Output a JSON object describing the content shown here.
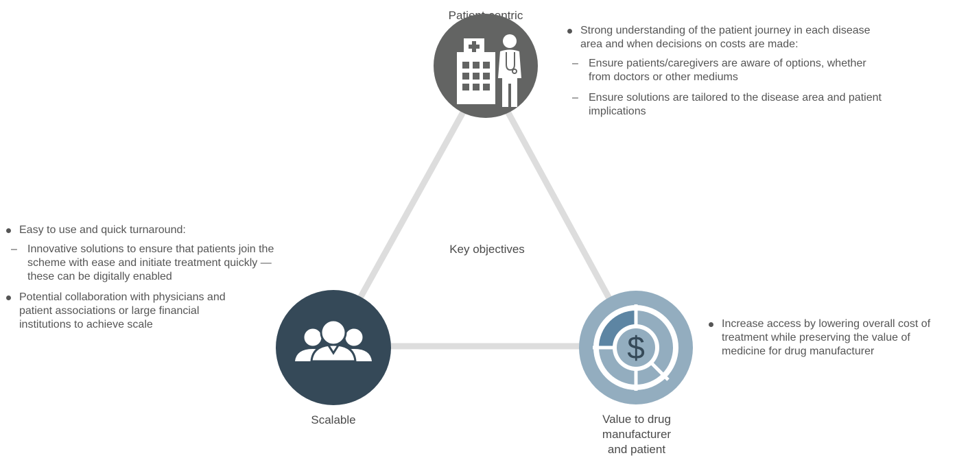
{
  "center": {
    "title": "Key objectives"
  },
  "nodes": {
    "top": {
      "label": "Patient-centric",
      "icon": "hospital-doctor-icon",
      "color": "#636463"
    },
    "left": {
      "label": "Scalable",
      "icon": "people-group-icon",
      "color": "#354958"
    },
    "right": {
      "label_lines": [
        "Value to drug",
        "manufacturer",
        "and patient"
      ],
      "icon": "dollar-donut-icon",
      "color": "#93adbf",
      "accent": "#5d85a3"
    }
  },
  "colors": {
    "connector": "#dddddd",
    "text": "#555555"
  },
  "text_blocks": {
    "top": {
      "bullet": "Strong understanding of the patient journey in each disease area and when decisions on costs are made:",
      "subs": [
        "Ensure patients/caregivers are aware of options, whether from doctors or other mediums",
        "Ensure solutions are tailored to the disease area and patient implications"
      ]
    },
    "left": {
      "bullet1": "Easy to use and quick turnaround:",
      "sub1": "Innovative solutions to ensure that patients join the scheme with ease and initiate treatment quickly — these can be digitally enabled",
      "bullet2": "Potential collaboration with physicians and patient associations or large financial institutions to achieve scale"
    },
    "right": {
      "bullet": "Increase access by lowering overall cost of treatment while preserving the value of medicine for drug manufacturer"
    }
  }
}
